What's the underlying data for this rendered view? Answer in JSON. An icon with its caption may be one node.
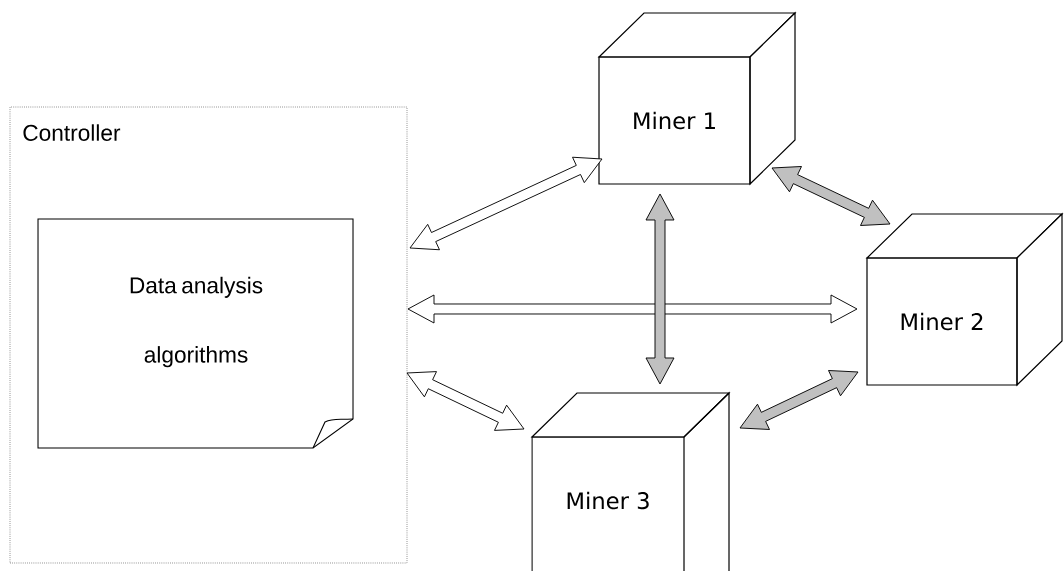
{
  "diagram": {
    "nodes": [
      {
        "text": [
          "Controller"
        ]
      },
      {
        "text": [
          "Data analysis algorithms"
        ],
        "in": 0
      },
      {
        "text": [
          "Miner 1"
        ]
      },
      {
        "text": [
          "Miner 2"
        ]
      },
      {
        "text": [
          "Miner 3"
        ]
      }
    ],
    "edges": [
      {
        "from": 0,
        "to": 2,
        "arrow": "both",
        "color": "#ffffff"
      },
      {
        "from": 0,
        "to": 3,
        "arrow": "both",
        "color": "#ffffff"
      },
      {
        "from": 0,
        "to": 4,
        "arrow": "both",
        "color": "#ffffff"
      },
      {
        "from": 2,
        "to": 3,
        "arrow": "both",
        "color": "#c0c0c0"
      },
      {
        "from": 2,
        "to": 4,
        "arrow": "both",
        "color": "#c0c0c0"
      },
      {
        "from": 3,
        "to": 4,
        "arrow": "both",
        "color": "#c0c0c0"
      }
    ]
  }
}
